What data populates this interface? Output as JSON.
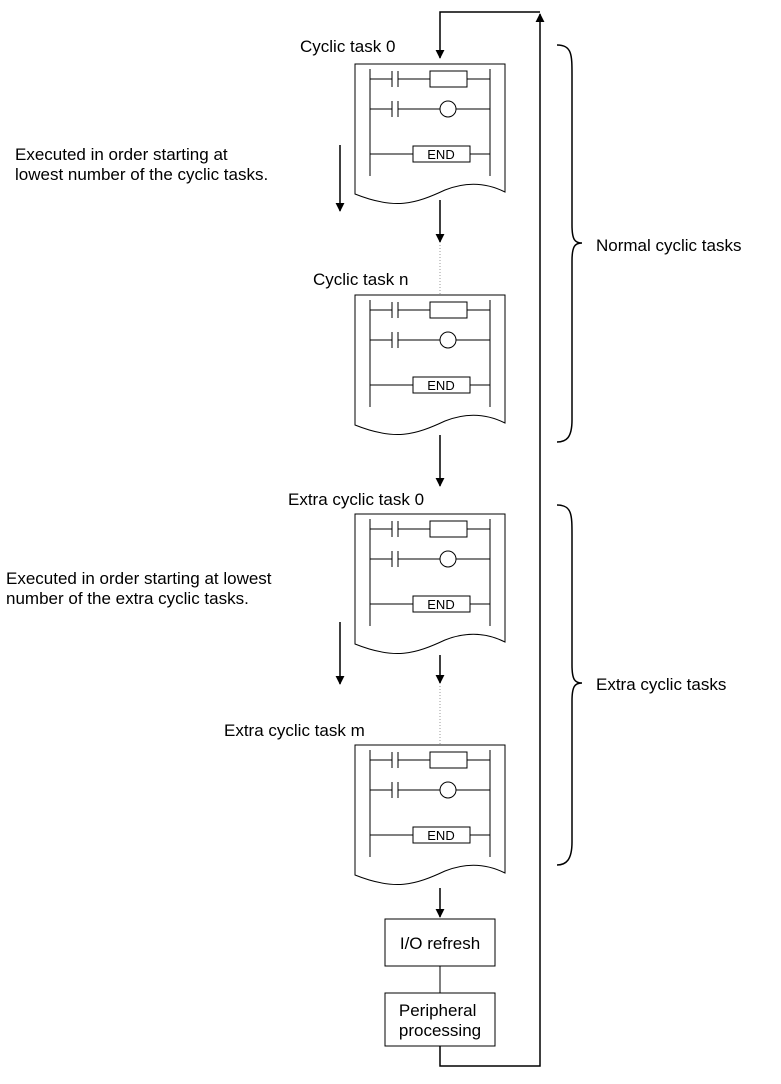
{
  "tasks": [
    {
      "label": "Cyclic task 0",
      "end_label": "END"
    },
    {
      "label": "Cyclic task n",
      "end_label": "END"
    },
    {
      "label": "Extra cyclic task 0",
      "end_label": "END"
    },
    {
      "label": "Extra cyclic task m",
      "end_label": "END"
    }
  ],
  "notes": {
    "normal_order": [
      "Executed in order starting at",
      "lowest number of the cyclic tasks."
    ],
    "extra_order": [
      "Executed in order starting at lowest",
      "number of the extra cyclic tasks."
    ]
  },
  "groups": {
    "normal": "Normal cyclic tasks",
    "extra": "Extra cyclic tasks"
  },
  "steps": {
    "io_refresh": "I/O refresh",
    "peripheral": [
      "Peripheral",
      "processing"
    ]
  }
}
